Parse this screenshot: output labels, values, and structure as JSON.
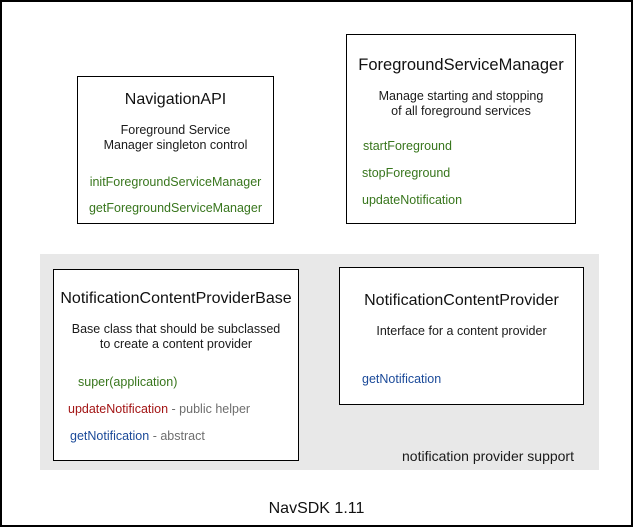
{
  "footer": {
    "text": "NavSDK 1.11"
  },
  "group": {
    "label": "notification provider support"
  },
  "colors": {
    "green": "#38761d",
    "red": "#a31515",
    "blue": "#1b4a99",
    "gray": "#6e6e6e",
    "group_bg": "#e8e8e8",
    "border": "#000000"
  },
  "boxes": {
    "navigation_api": {
      "title": "NavigationAPI",
      "description": [
        "Foreground Service",
        "Manager singleton control"
      ],
      "methods": [
        {
          "name": "initForegroundServiceManager",
          "color": "green"
        },
        {
          "name": "getForegroundServiceManager",
          "color": "green"
        }
      ]
    },
    "foreground_service_manager": {
      "title": "ForegroundServiceManager",
      "description": [
        "Manage starting and stopping",
        "of all foreground services"
      ],
      "methods": [
        {
          "name": "startForeground",
          "color": "green"
        },
        {
          "name": "stopForeground",
          "color": "green"
        },
        {
          "name": "updateNotification",
          "color": "green"
        }
      ]
    },
    "notification_content_provider_base": {
      "title": "NotificationContentProviderBase",
      "description": [
        "Base class that should be subclassed",
        "to create a content provider"
      ],
      "methods": [
        {
          "name": "super(application)",
          "suffix": "",
          "color": "green"
        },
        {
          "name": "updateNotification",
          "suffix": " - public helper",
          "color": "red"
        },
        {
          "name": "getNotification",
          "suffix": " - abstract",
          "color": "blue"
        }
      ]
    },
    "notification_content_provider": {
      "title": "NotificationContentProvider",
      "description": [
        "Interface for a content provider"
      ],
      "methods": [
        {
          "name": "getNotification",
          "suffix": "",
          "color": "blue"
        }
      ]
    }
  }
}
